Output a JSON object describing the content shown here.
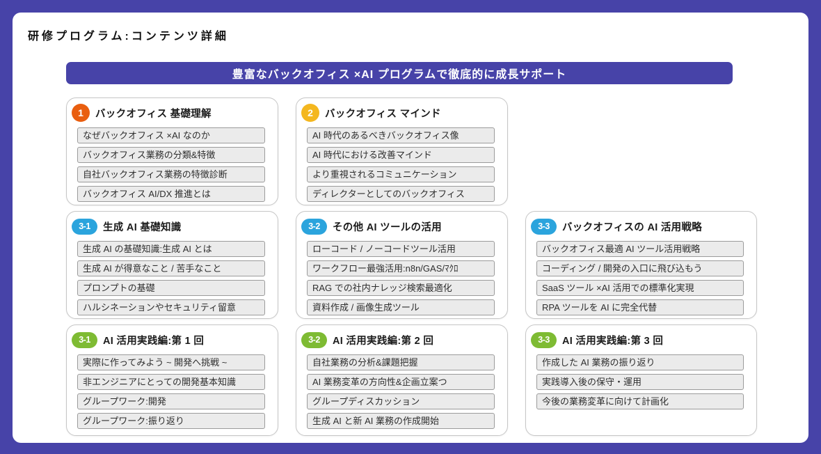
{
  "page": {
    "title": "研修プログラム:コンテンツ詳細",
    "banner": "豊富なバックオフィス ×AI プログラムで徹底的に成長サポート"
  },
  "colors": {
    "frame_purple": "#4743A8",
    "banner_bg": "#4743A8",
    "badge_orange": "#E95E0F",
    "badge_yellow": "#F4B71F",
    "badge_blue": "#2BA4DD",
    "badge_green": "#7EBB33",
    "item_bg": "#EBEBEB",
    "item_border": "#9B9B9B"
  },
  "cards": [
    {
      "badge": "1",
      "badge_color": "#E95E0F",
      "title": "バックオフィス 基礎理解",
      "items": [
        "なぜバックオフィス ×AI なのか",
        "バックオフィス業務の分類&特徴",
        "自社バックオフィス業務の特徴診断",
        "バックオフィス AI/DX 推進とは"
      ]
    },
    {
      "badge": "2",
      "badge_color": "#F4B71F",
      "title": "バックオフィス マインド",
      "items": [
        "AI 時代のあるべきバックオフィス像",
        "AI 時代における改善マインド",
        "より重視されるコミュニケーション",
        "ディレクターとしてのバックオフィス"
      ]
    },
    {
      "badge": "3-1",
      "badge_color": "#2BA4DD",
      "title": "生成 AI 基礎知識",
      "items": [
        "生成 AI の基礎知識:生成 AI とは",
        "生成 AI が得意なこと / 苦手なこと",
        "プロンプトの基礎",
        "ハルシネーションやセキュリティ留意"
      ]
    },
    {
      "badge": "3-2",
      "badge_color": "#2BA4DD",
      "title": "その他 AI ツールの活用",
      "items": [
        "ローコード / ノーコードツール活用",
        "ワークフロー最強活用:n8n/GAS/ﾏｸﾛ",
        "RAG での社内ナレッジ検索最適化",
        "資料作成 / 画像生成ツール"
      ]
    },
    {
      "badge": "3-3",
      "badge_color": "#2BA4DD",
      "title": "バックオフィスの AI 活用戦略",
      "items": [
        "バックオフィス最適 AI ツール活用戦略",
        "コーディング / 開発の入口に飛び込もう",
        "SaaS ツール ×AI 活用での標準化実現",
        "RPA ツールを AI に完全代替"
      ]
    },
    {
      "badge": "3-1",
      "badge_color": "#7EBB33",
      "title": "AI 活用実践編:第 1 回",
      "items": [
        "実際に作ってみよう ~ 開発へ挑戦 ~",
        "非エンジニアにとっての開発基本知識",
        "グループワーク:開発",
        "グループワーク:振り返り"
      ]
    },
    {
      "badge": "3-2",
      "badge_color": "#7EBB33",
      "title": "AI 活用実践編:第 2 回",
      "items": [
        "自社業務の分析&課題把握",
        "AI 業務変革の方向性&企画立案つ",
        "グループディスカッション",
        "生成 AI と新 AI 業務の作成開始"
      ]
    },
    {
      "badge": "3-3",
      "badge_color": "#7EBB33",
      "title": "AI 活用実践編:第 3 回",
      "items": [
        "作成した AI 業務の振り返り",
        "実践導入後の保守・運用",
        "今後の業務変革に向けて計画化"
      ]
    }
  ]
}
